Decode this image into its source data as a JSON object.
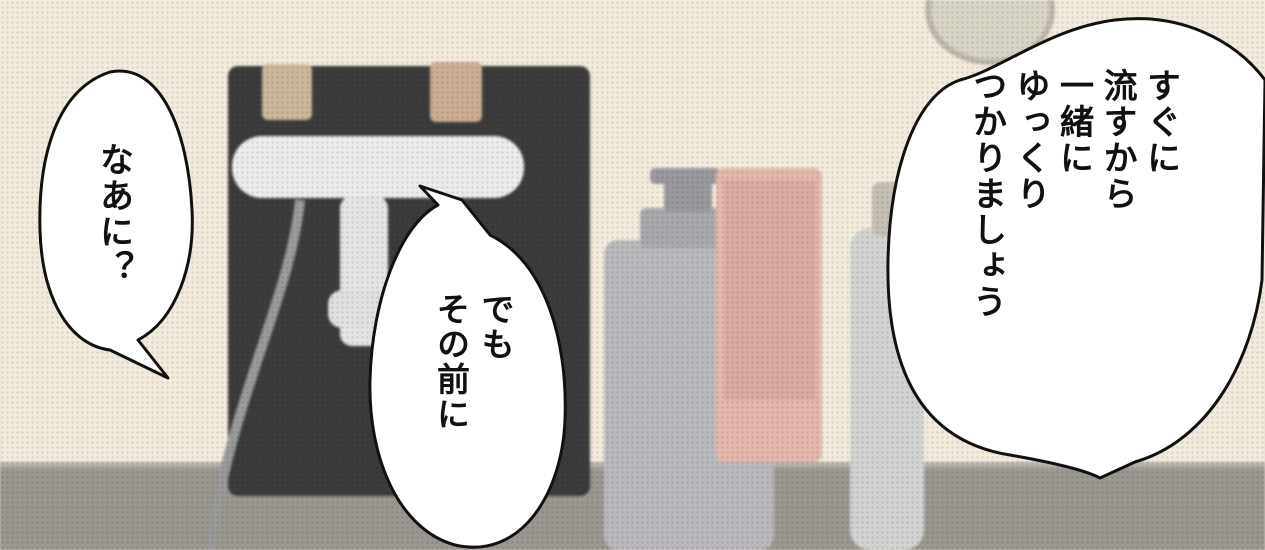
{
  "balloons": {
    "left": "なあに？",
    "middle": "でも\nその前に",
    "right": "すぐに\n流すから\n一緒に\nゆっくり\nつかりましょう"
  },
  "colors": {
    "wall": "#f2eadb",
    "counter": "#8d8a86",
    "faucet_panel": "#3a3a3a",
    "balloon_fill": "#ffffff",
    "balloon_stroke": "#111111"
  }
}
